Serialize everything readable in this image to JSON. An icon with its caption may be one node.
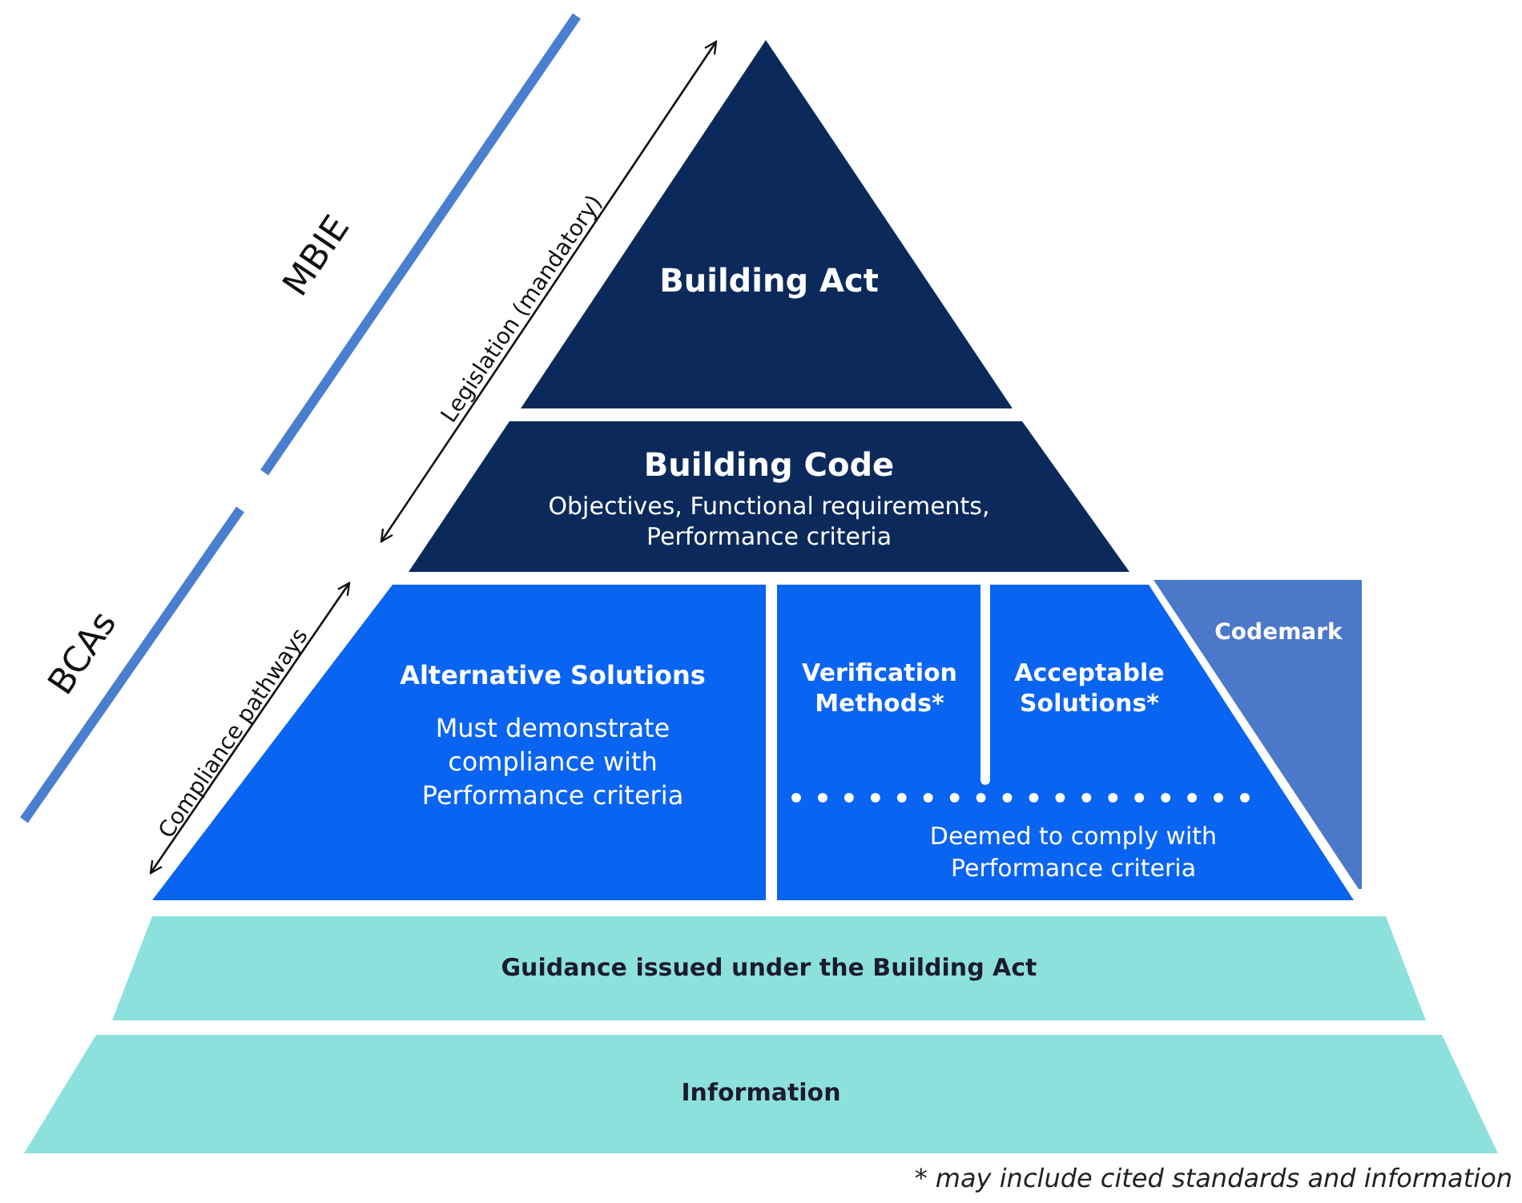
{
  "diagram": {
    "nodes": [
      {
        "text": [
          "Building Act"
        ]
      },
      {
        "text": [
          "Building Code",
          "Objectives, Functional requirements, Performance criteria"
        ]
      },
      {
        "text": [
          "Alternative Solutions",
          "Must demonstrate compliance with Performance criteria"
        ]
      },
      {
        "text": [
          "Deemed to comply with Performance criteria"
        ]
      },
      {
        "text": [
          "Verification Methods*"
        ],
        "in": 3
      },
      {
        "text": [
          "Acceptable Solutions*"
        ],
        "in": 3
      },
      {
        "text": [
          "Codemark"
        ]
      },
      {
        "text": [
          "Guidance issued under the Building Act"
        ]
      },
      {
        "text": [
          "Information"
        ]
      }
    ],
    "labels": [
      "MBIE",
      "Legislation (mandatory)",
      "BCAs",
      "Compliance pathways",
      "* may include cited standards and information"
    ]
  }
}
